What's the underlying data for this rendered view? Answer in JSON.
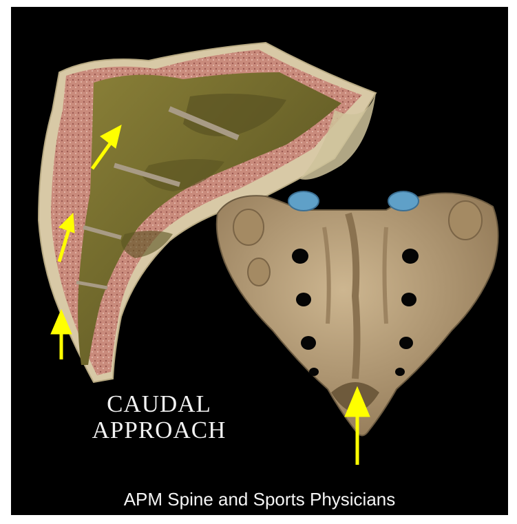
{
  "caption": {
    "line1": "CAUDAL",
    "line2": "APPROACH"
  },
  "footer": {
    "credit": "APM Spine and Sports Physicians"
  },
  "colors": {
    "background": "#000000",
    "arrow": "#ffff00",
    "bone": "#b9a07a",
    "tissue": "#c98b7c",
    "canal": "#6b6226"
  }
}
